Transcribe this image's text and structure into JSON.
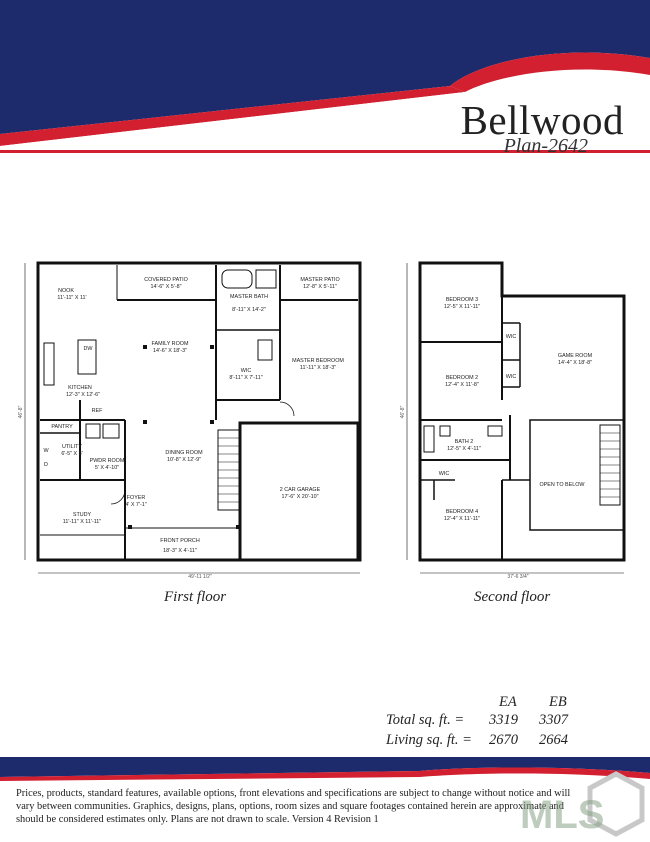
{
  "header": {
    "title": "Bellwood",
    "plan": "Plan-2642",
    "colors": {
      "navy": "#1d2a6b",
      "red": "#d32030"
    }
  },
  "first_floor": {
    "caption": "First floor",
    "rooms": [
      {
        "name": "NOOK",
        "size": "11'-11\" X 11'"
      },
      {
        "name": "COVERED PATIO",
        "size": "14'-6\" X 5'-8\""
      },
      {
        "name": "MASTER BATH",
        "size": "8'-11\" X 14'-2\""
      },
      {
        "name": "MASTER PATIO",
        "size": "12'-8\" X 5'-11\""
      },
      {
        "name": "FAMILY ROOM",
        "size": "14'-6\" X 18'-3\""
      },
      {
        "name": "MASTER BEDROOM",
        "size": "11'-11\" X 18'-3\""
      },
      {
        "name": "WIC",
        "size": "8'-11\" X 7'-11\""
      },
      {
        "name": "KITCHEN",
        "size": "12'-3\" X 12'-6\""
      },
      {
        "name": "DINING ROOM",
        "size": "10'-8\" X 12'-9\""
      },
      {
        "name": "UTILITY",
        "size": "6'-5\" X 8'"
      },
      {
        "name": "PWDR ROOM",
        "size": "5' X 4'-10\""
      },
      {
        "name": "2 CAR GARAGE",
        "size": "17'-6\" X 20'-10\""
      },
      {
        "name": "FOYER",
        "size": "4' X 7'-1\""
      },
      {
        "name": "STUDY",
        "size": "11'-11\" X 11'-11\""
      },
      {
        "name": "FRONT PORCH",
        "size": "18'-3\" X 4'-11\""
      }
    ],
    "other_labels": {
      "pantry": "PANTRY",
      "ref": "REF",
      "washer": "W",
      "dryer": "D",
      "dw": "DW"
    },
    "width_dim": "49'-11 1/2\"",
    "depth_dim": "46'-8\""
  },
  "second_floor": {
    "caption": "Second floor",
    "rooms": [
      {
        "name": "BEDROOM 3",
        "size": "12'-5\" X 11'-11\""
      },
      {
        "name": "BEDROOM 2",
        "size": "12'-4\" X 11'-8\""
      },
      {
        "name": "GAME ROOM",
        "size": "14'-4\" X 18'-8\""
      },
      {
        "name": "BATH 2",
        "size": "12'-5\" X 4'-11\""
      },
      {
        "name": "OPEN TO BELOW",
        "size": ""
      },
      {
        "name": "BEDROOM 4",
        "size": "12'-4\" X 11'-11\""
      }
    ],
    "wic_label": "WIC",
    "width_dim": "37'-6 3/4\"",
    "depth_dim": "46'-8\""
  },
  "sqft": {
    "col_ea": "EA",
    "col_eb": "EB",
    "total_label": "Total sq. ft. =",
    "total_ea": "3319",
    "total_eb": "3307",
    "living_label": "Living sq. ft. =",
    "living_ea": "2670",
    "living_eb": "2664"
  },
  "disclaimer": "Prices, products, standard features, available options, front elevations and specifications are subject to change without notice and will vary between communities. Graphics, designs, plans, options, room sizes and square footages contained herein are approximate and should be considered estimates only. Plans are not drawn to scale. Version 4 Revision 1",
  "watermark": "MLS"
}
